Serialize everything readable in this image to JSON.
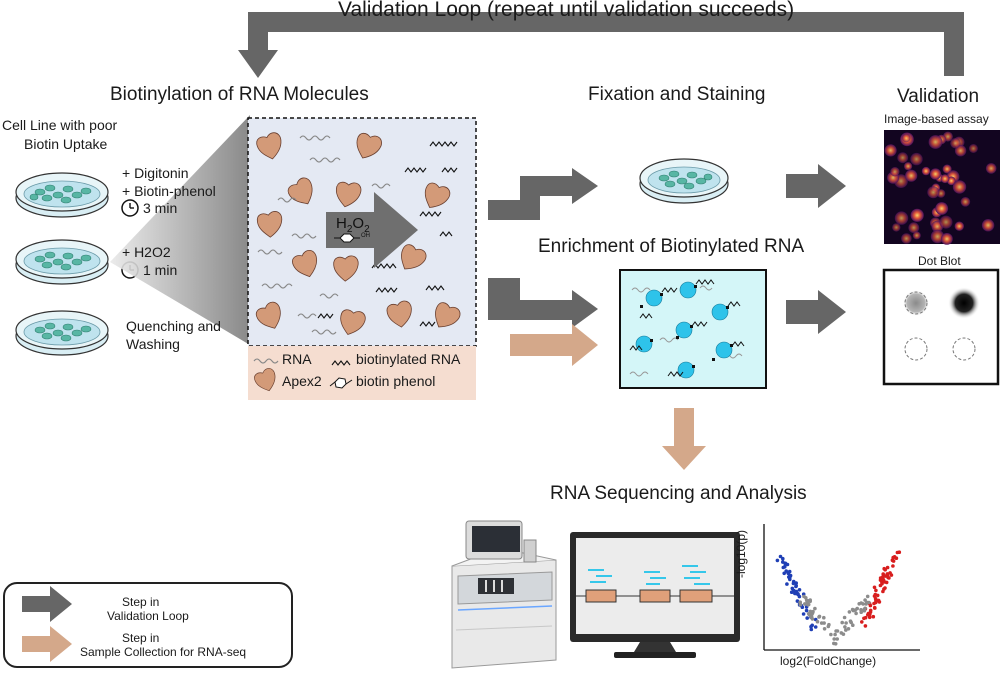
{
  "title": "Validation Loop (repeat until validation succeeds)",
  "sections": {
    "biotinylation": "Biotinylation of RNA Molecules",
    "fixation": "Fixation and Staining",
    "validation": "Validation",
    "enrichment": "Enrichment of Biotinylated RNA",
    "sequencing": "RNA Sequencing and Analysis"
  },
  "cell_line": {
    "line1": "Cell Line with poor",
    "line2": "Biotin Uptake"
  },
  "steps": {
    "digitonin": "+ Digitonin",
    "biotin_phenol": "+ Biotin-phenol",
    "time1": "3 min",
    "h2o2": "+ H2O2",
    "time2": "1 min",
    "quench1": "Quenching and",
    "quench2": "Washing"
  },
  "reaction": {
    "h2o2_main": "H",
    "h2o2_sub1": "2",
    "h2o2_o": "O",
    "h2o2_sub2": "2",
    "oh": "OH"
  },
  "key": {
    "rna": "RNA",
    "biotinylated_rna": "biotinylated RNA",
    "apex2": "Apex2",
    "biotin_phenol": "biotin phenol"
  },
  "validation_panels": {
    "image_assay": "Image-based assay",
    "dot_blot": "Dot Blot"
  },
  "volcano": {
    "ylabel": "-log10(p)",
    "xlabel": "log2(FoldChange)"
  },
  "legend": {
    "gray_line1": "Step in",
    "gray_line2": "Validation Loop",
    "tan_line1": "Step in",
    "tan_line2": "Sample Collection for RNA-seq"
  },
  "colors": {
    "gray_arrow": "#666666",
    "tan_arrow": "#d4a88a",
    "apex2": "#d39a78",
    "dish_fluid": "#bfe3ee",
    "cell": "#58b6a4",
    "bead": "#2ec3ea",
    "volcano_down": "#1f3fb5",
    "volcano_up": "#d81e1e",
    "volcano_ns": "#8c8c8c"
  },
  "icons": [
    "clock-icon",
    "petri-dish-icon",
    "sequencer-icon",
    "monitor-icon",
    "volcano-plot-icon"
  ]
}
